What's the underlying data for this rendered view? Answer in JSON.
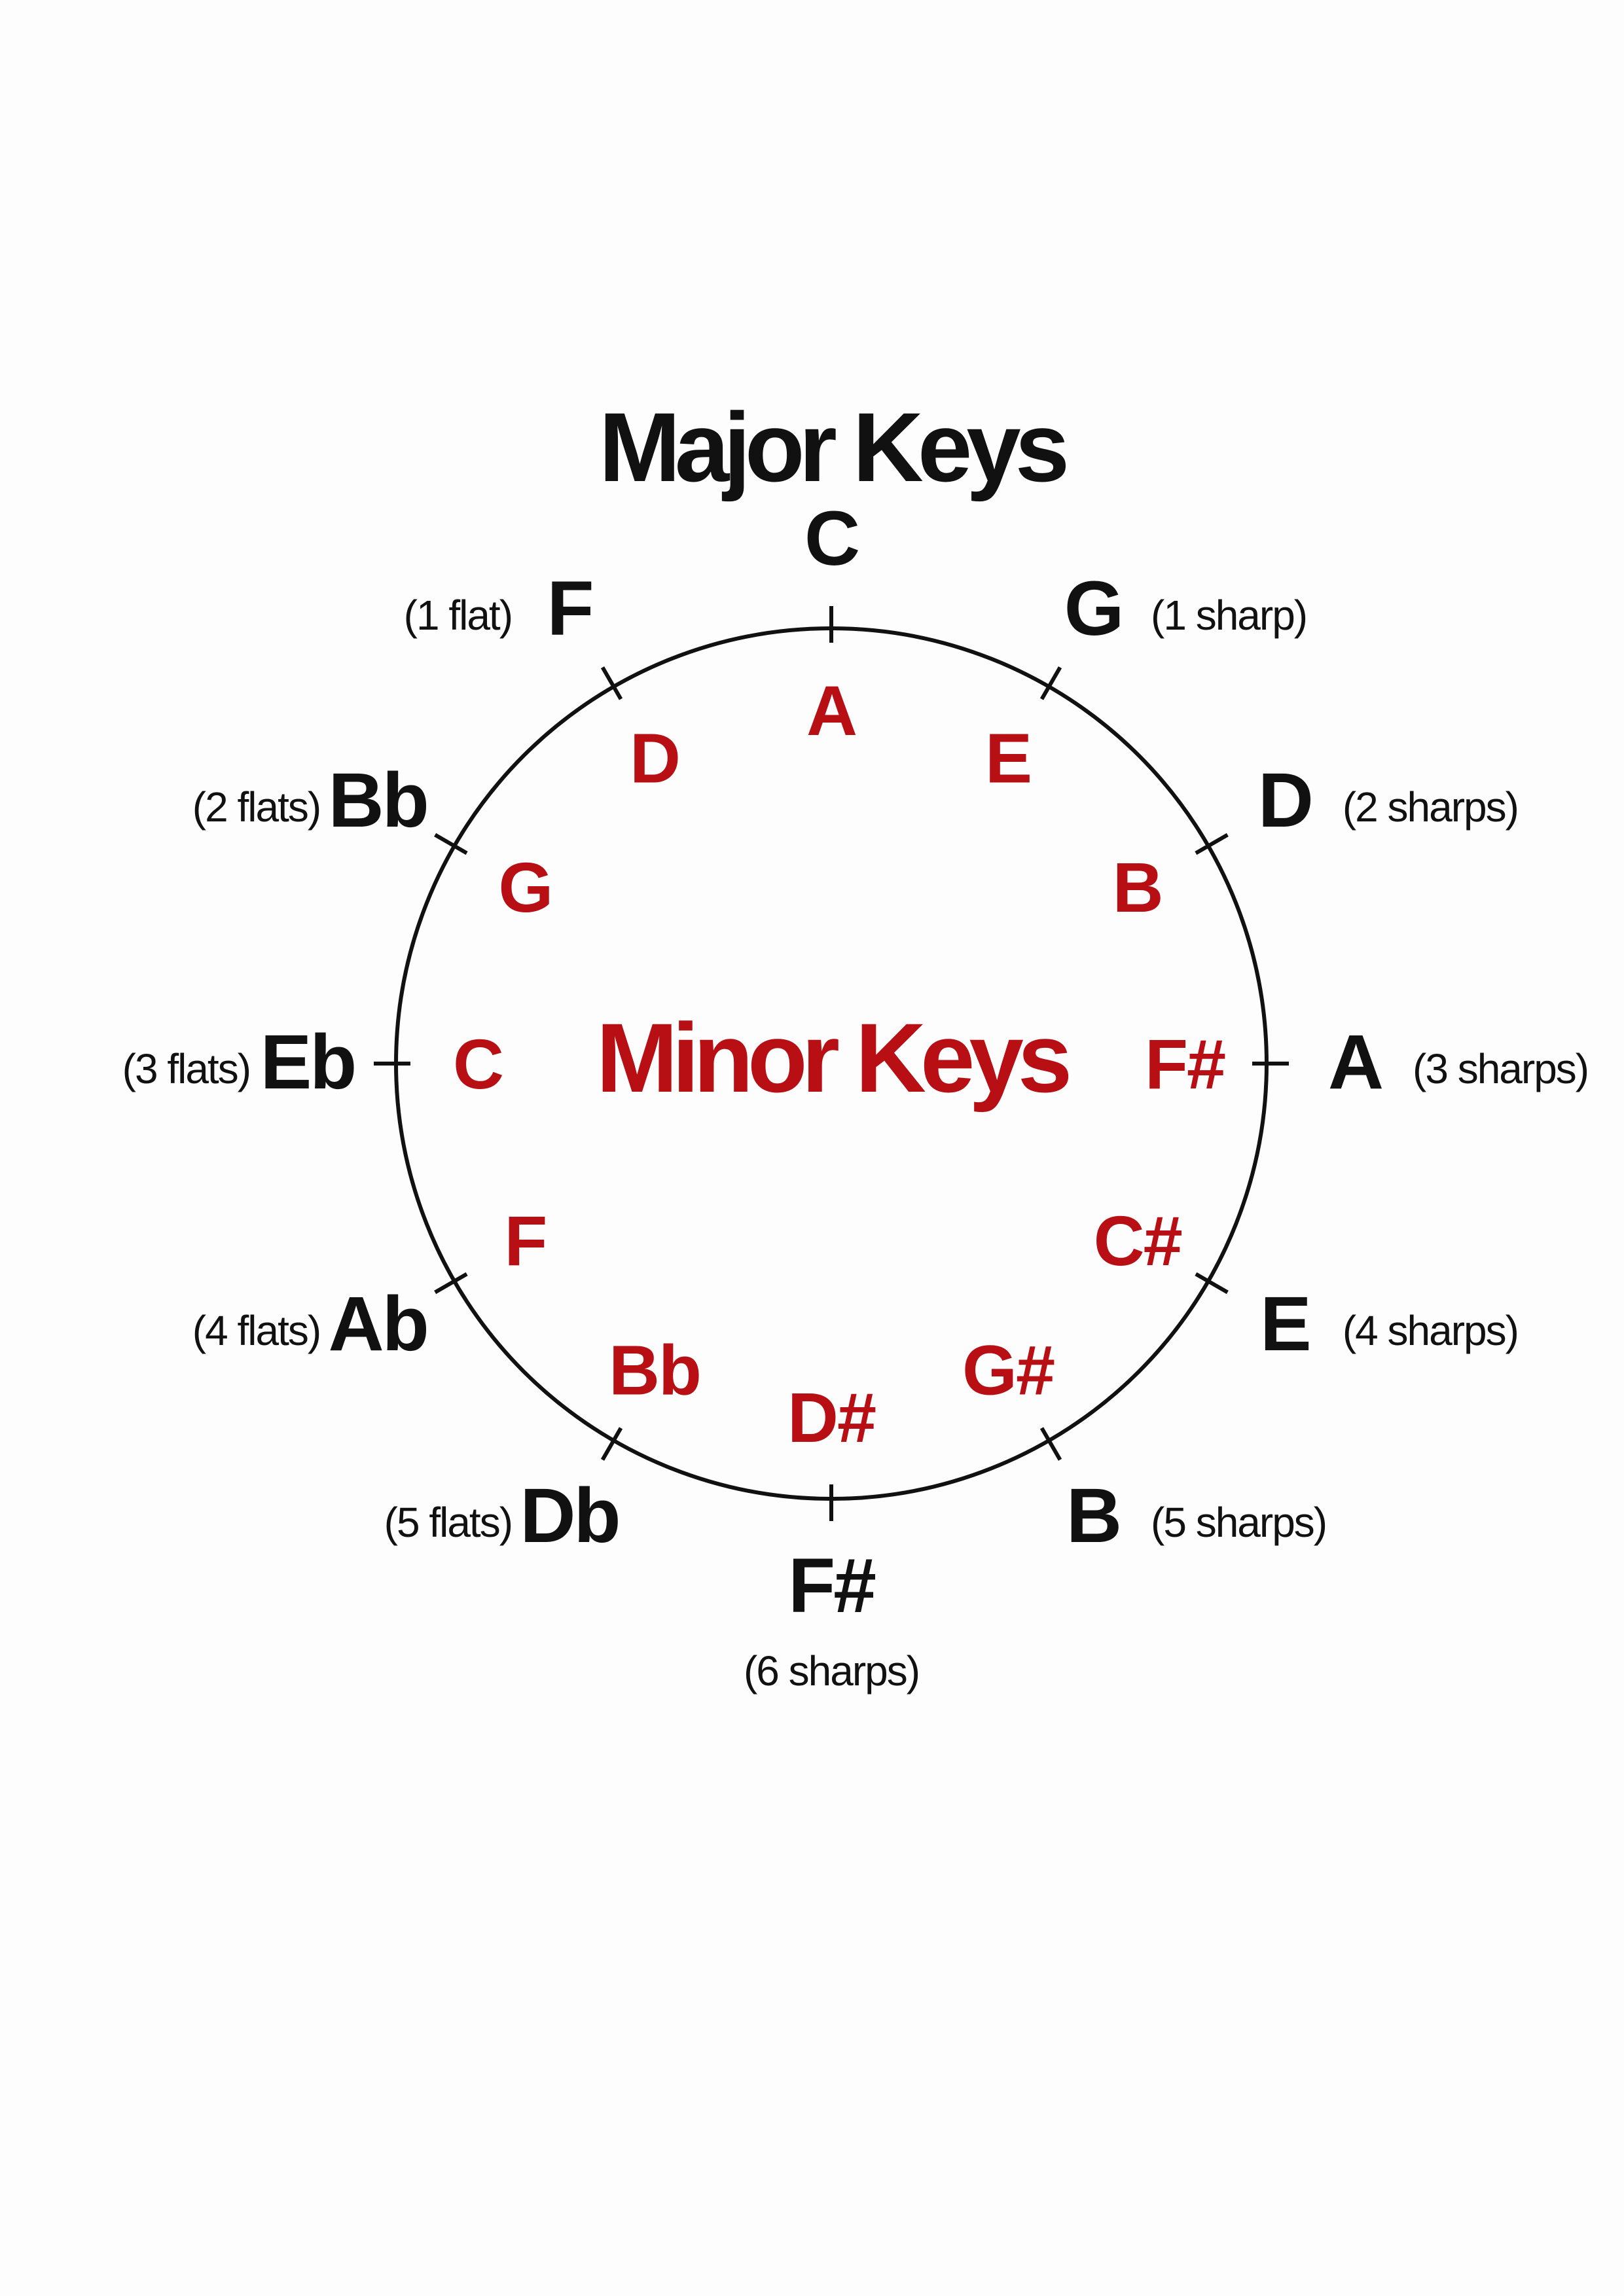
{
  "colors": {
    "major": "#111111",
    "minor": "#b80f14",
    "circle": "#111111",
    "background": "#fdfdfd"
  },
  "major_title": "Major Keys",
  "minor_title": "Minor Keys",
  "keys": [
    {
      "major": "C",
      "minor": "A",
      "signature": ""
    },
    {
      "major": "G",
      "minor": "E",
      "signature": "(1 sharp)"
    },
    {
      "major": "D",
      "minor": "B",
      "signature": "(2 sharps)"
    },
    {
      "major": "A",
      "minor": "F#",
      "signature": "(3 sharps)"
    },
    {
      "major": "E",
      "minor": "C#",
      "signature": "(4 sharps)"
    },
    {
      "major": "B",
      "minor": "G#",
      "signature": "(5 sharps)"
    },
    {
      "major": "F#",
      "minor": "D#",
      "signature": "(6 sharps)"
    },
    {
      "major": "Db",
      "minor": "Bb",
      "signature": "(5 flats)"
    },
    {
      "major": "Ab",
      "minor": "F",
      "signature": "(4 flats)"
    },
    {
      "major": "Eb",
      "minor": "C",
      "signature": "(3 flats)"
    },
    {
      "major": "Bb",
      "minor": "G",
      "signature": "(2 flats)"
    },
    {
      "major": "F",
      "minor": "D",
      "signature": "(1 flat)"
    }
  ]
}
